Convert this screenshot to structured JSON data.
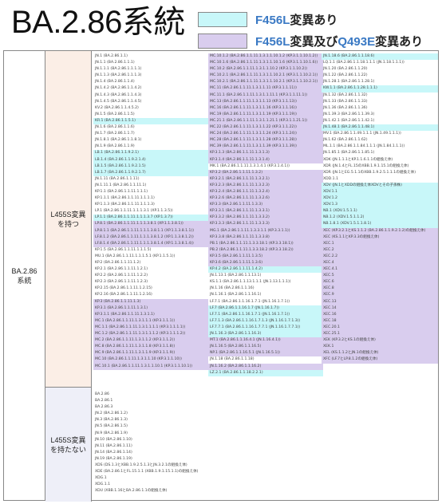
{
  "title": "BA.2.86系統",
  "legend": [
    {
      "label_hl": "F456L",
      "label_rest": "変異あり",
      "color": "#c8f7f9"
    },
    {
      "label_hl": "F456L",
      "label_mid": "変異及び",
      "label_hl2": "Q493E",
      "label_rest": "変異あり",
      "color": "#d9cdee"
    }
  ],
  "colors": {
    "cyan": "#c8f7f9",
    "purple": "#d9cdee",
    "accent": "#3a79c4",
    "group_bg": "#fbeee6"
  },
  "root_label": "BA.2.86\n系統",
  "groups": [
    {
      "label": "L455S変異\nを持つ"
    },
    {
      "label": "L455S変異\nを持たない"
    }
  ],
  "col1": [
    {
      "t": "JN.1 (BA.2.86.1.1)",
      "h": ""
    },
    {
      "t": "JN.1.1 (BA.2.86.1.1.1)",
      "h": ""
    },
    {
      "t": "JN.1.1.1 (BA.2.86.1.1.1.1)",
      "h": ""
    },
    {
      "t": "JN.1.1.3 (BA.2.86.1.1.1.3)",
      "h": ""
    },
    {
      "t": "JN.1.4 (BA.2.86.1.1.4)",
      "h": ""
    },
    {
      "t": "JN.1.4.2 (BA.2.86.1.1.4.2)",
      "h": ""
    },
    {
      "t": "JN.1.4.3 (BA.2.86.1.1.4.3)",
      "h": ""
    },
    {
      "t": "JN.1.4.5 (BA.2.86.1.1.4.5)",
      "h": ""
    },
    {
      "t": "KV.2 (BA.2.86.1.1.4.5.2)",
      "h": ""
    },
    {
      "t": "JN.1.5 (BA.2.86.1.1.5)",
      "h": ""
    },
    {
      "t": "KR.1 (BA.2.86.1.1.5.1)",
      "h": "c"
    },
    {
      "t": "JN.1.6 (BA.2.86.1.1.6)",
      "h": ""
    },
    {
      "t": "JN.1.7 (BA.2.86.1.1.7)",
      "h": ""
    },
    {
      "t": "JN.1.8.1 (BA.2.86.1.1.8.1)",
      "h": ""
    },
    {
      "t": "JN.1.9 (BA.2.86.1.1.9)",
      "h": ""
    },
    {
      "t": "LB.1 (BA.2.86.1.1.9.2.1)",
      "h": "c"
    },
    {
      "t": "LB.1.4 (BA.2.86.1.1.9.2.1.4)",
      "h": "c"
    },
    {
      "t": "LB.1.5 (BA.2.86.1.1.9.2.1.5)",
      "h": "c"
    },
    {
      "t": "LB.1.7 (BA.2.86.1.1.9.2.1.7)",
      "h": "c"
    },
    {
      "t": "JN.1.11 (BA.2.86.1.1.11)",
      "h": ""
    },
    {
      "t": "JN.1.11.1 (BA.2.86.1.1.11.1)",
      "h": ""
    },
    {
      "t": "KP.1.1 (BA.2.86.1.1.11.1.1.1)",
      "h": ""
    },
    {
      "t": "KP.1.1.1 (BA.2.86.1.1.11.1.1.1.1)",
      "h": ""
    },
    {
      "t": "KP.1.1.3 (BA.2.86.1.1.11.1.1.1.3)",
      "h": ""
    },
    {
      "t": "LP.1 (BA.2.86.1.1.11.1.1.1.3.1 (XP.1.1.3.5))",
      "h": ""
    },
    {
      "t": "LP.1.1 (BA.2.86.1.1.11.1.1.1.3.7 (XP.1.3.7))",
      "h": "c"
    },
    {
      "t": "LP.8.1 (BA.2.86.1.1.11.1.1.1.3.8.1 (XP.1.1.3.8.1))",
      "h": "p"
    },
    {
      "t": "LP.8.1.1 (BA.2.86.1.1.11.1.1.1.3.8.1.1 (XP.1.1.3.8.1.1))",
      "h": "p"
    },
    {
      "t": "LF.8.1.2 (BA.2.86.1.1.11.1.1.1.3.8.1.2 (XP.1.1.3.8.1.2))",
      "h": "p"
    },
    {
      "t": "LF.8.1.4 (BA.2.86.1.1.11.1.1.1.3.8.1.4 (XP.1.1.3.8.1.4))",
      "h": "p"
    },
    {
      "t": "KP.1.5 (BA.2.86.1.1.11.1.1.1.5)",
      "h": ""
    },
    {
      "t": "MU.1 (BA.2.86.1.1.11.1.1.1.5.1 (KP.1.1.5.1))",
      "h": ""
    },
    {
      "t": "KP.2 (BA.2.86.1.1.11.1.2)",
      "h": ""
    },
    {
      "t": "KP.2.1 (BA.2.86.1.1.11.1.2.1)",
      "h": ""
    },
    {
      "t": "KP.2.2 (BA.2.86.1.1.11.1.2.2)",
      "h": ""
    },
    {
      "t": "KP.2.3 (BA.2.86.1.1.11.1.2.3)",
      "h": ""
    },
    {
      "t": "KP.2.15 (BA.2.86.1.1.11.1.2.15)",
      "h": ""
    },
    {
      "t": "KP.2.16 (BA.2.86.1.1.11.1.2.16)",
      "h": ""
    },
    {
      "t": "KP.3 (BA.2.86.1.1.11.1.3)",
      "h": "p"
    },
    {
      "t": "KP.3.1 (BA.2.86.1.1.11.1.3.1)",
      "h": "p"
    },
    {
      "t": "KP.3.1.1 (BA.2.86.1.1.11.1.3.1.1)",
      "h": "p"
    },
    {
      "t": "MC.1 (BA.2.86.1.1.11.1.3.1.1.1 (KP.3.1.1.1))",
      "h": "p"
    },
    {
      "t": "MC.1.1 (BA.2.86.1.1.11.1.3.1.1.1.1 (KP.3.1.1.1.1))",
      "h": "p"
    },
    {
      "t": "MC.1.2 (BA.2.86.1.1.11.1.3.1.1.1.2 (KP.3.1.1.1.2))",
      "h": "p"
    },
    {
      "t": "MC.2 (BA.2.86.1.1.11.1.3.1.1.2 (KP.3.1.1.2))",
      "h": "p"
    },
    {
      "t": "MC.8 (BA.2.86.1.1.11.1.3.1.1.8 (KP.3.1.1.8))",
      "h": "p"
    },
    {
      "t": "MC.9 (BA.2.86.1.1.11.1.3.1.1.9 (KP.3.1.1.9))",
      "h": "p"
    },
    {
      "t": "MC.10 (BA.2.86.1.1.11.1.3.1.1.10 (KP.3.1.1.10))",
      "h": "p"
    },
    {
      "t": "MC.10.1 (BA.2.86.1.1.11.1.3.1.1.10.1 (KP.3.1.1.10.1))",
      "h": "p"
    }
  ],
  "col2": [
    {
      "t": "MC.10.1.2 (BA.2.86.1.1.11.1.3.1.1.10.1.2 (KP.3.1.1.10.1.2))",
      "h": "p"
    },
    {
      "t": "MC.10.1.6 (BA.2.86.1.1.11.1.3.1.1.10.1.6 (KP.3.1.1.10.1.6))",
      "h": "p"
    },
    {
      "t": "MC.10.2 (BA.2.86.1.1.11.1.3.1.1.10.2 (KP.3.1.1.10.2))",
      "h": "p"
    },
    {
      "t": "MC.10.2.1 (BA.2.86.1.1.11.1.3.1.1.10.2.1 (KP.3.1.1.10.2.1))",
      "h": "p"
    },
    {
      "t": "MC.10.2.1 (BA.2.86.1.1.11.1.3.1.1.10.2.1 (KP.3.1.1.10.2.1))",
      "h": "p"
    },
    {
      "t": "MC.11 (BA.2.86.1.1.11.1.3.1.1.11 (KP.3.1.1.11))",
      "h": "p"
    },
    {
      "t": "MC.11.1 (BA.2.86.1.1.11.1.3.1.1.11.1 (KP.3.1.1.11.1))",
      "h": "p"
    },
    {
      "t": "MC.13 (BA.2.86.1.1.11.1.3.1.1.13 (KP.3.1.1.13))",
      "h": "p"
    },
    {
      "t": "MC.16 (BA.2.86.1.1.11.1.3.1.1.16 (KP.3.1.1.16))",
      "h": "p"
    },
    {
      "t": "MC.19 (BA.2.86.1.1.11.1.3.1.1.19 (KP.3.1.1.19))",
      "h": "p"
    },
    {
      "t": "MC.21.1 (BA.2.86.1.1.11.1.3.1.1.21.1 (KP.3.1.1.21.1))",
      "h": "p"
    },
    {
      "t": "MC.22 (BA.2.86.1.1.11.1.3.1.1.22 (KP.3.1.1.22))",
      "h": "p"
    },
    {
      "t": "MC.24 (BA.2.86.1.1.11.1.3.1.1.24 (KP.3.1.1.24))",
      "h": "p"
    },
    {
      "t": "MC.28 (BA.2.86.1.1.11.1.3.1.1.28 (KP.3.1.1.28))",
      "h": "p"
    },
    {
      "t": "MC.39 (BA.2.86.1.1.11.1.3.1.1.39 (KP.3.1.1.39))",
      "h": "p"
    },
    {
      "t": "KP.3.1.3 (BA.2.86.1.1.11.1.3.1.3)",
      "h": "p"
    },
    {
      "t": "KP.3.1.4 (BA.2.86.1.1.11.1.3.1.4)",
      "h": "p"
    },
    {
      "t": "MK.1 (BA.2.86.1.1.11.1.3.1.4.1 (KP.3.1.4.1))",
      "h": ""
    },
    {
      "t": "KP.3.2 (BA.2.86.1.1.11.1.3.2)",
      "h": "p"
    },
    {
      "t": "KP.3.2.1 (BA.2.86.1.1.11.1.3.2.1)",
      "h": "p"
    },
    {
      "t": "KP.3.2.3 (BA.2.86.1.1.11.1.3.2.3)",
      "h": "p"
    },
    {
      "t": "KP.3.2.4 (BA.2.86.1.1.11.1.3.2.4)",
      "h": "p"
    },
    {
      "t": "KP.3.2.6 (BA.2.86.1.1.11.1.3.2.6)",
      "h": "p"
    },
    {
      "t": "KP.3.3 (BA.2.86.1.1.11.1.3.3)",
      "h": "p"
    },
    {
      "t": "KP.3.3.1 (BA.2.86.1.1.11.1.3.3.1)",
      "h": "p"
    },
    {
      "t": "KP.3.3.2 (BA.2.86.1.1.11.1.3.3.2)",
      "h": "p"
    },
    {
      "t": "KP.3.3.3 (BA.2.86.1.1.11.1.3.3.3)",
      "h": "p"
    },
    {
      "t": "MG.1 (BA.2.86.1.1.11.1.3.3.1.1 (KP.3.3.1.1))",
      "h": "p"
    },
    {
      "t": "KP.3.3.8 (BA.2.86.1.1.11.1.3.3.8)",
      "h": "p"
    },
    {
      "t": "PB.1 (BA.2.86.1.1.11.1.3.3.18.1 (KP.3.3.18.1))",
      "h": "p"
    },
    {
      "t": "PB.2 (BA.2.86.1.1.11.1.3.3.18.2 (KP.3.3.18.2))",
      "h": "p"
    },
    {
      "t": "KP.3.5 (BA.2.86.1.1.11.1.3.5)",
      "h": "p"
    },
    {
      "t": "KP.3.6 (BA.2.86.1.1.11.1.3.6)",
      "h": "p"
    },
    {
      "t": "KP.4.2 (BA.2.86.1.1.11.1.4.2)",
      "h": "c"
    },
    {
      "t": "JN.1.13.1 (BA.2.86.1.1.13.1)",
      "h": ""
    },
    {
      "t": "KS.1.1 (BA.2.86.1.1.13.1.1.1 (JN.1.13.1.1.1))",
      "h": ""
    },
    {
      "t": "JN.1.16 (BA.2.86.1.1.16)",
      "h": ""
    },
    {
      "t": "JN.1.16.1 (BA.2.86.1.1.16.1)",
      "h": ""
    },
    {
      "t": "LF.7.1 (BA.2.86.1.1.16.1.7.1 (JN.1.16.1.7.1))",
      "h": ""
    },
    {
      "t": "LF.7 (BA.2.86.1.1.16.1.7 (JN.1.16.1.7))",
      "h": "c"
    },
    {
      "t": "LF.7.1 (BA.2.86.1.1.16.1.7.1 (JN.1.16.1.7.1))",
      "h": "c"
    },
    {
      "t": "LF.7.1.3 (BA.2.86.1.1.16.1.7.1.3 (JN.1.16.1.7.1.3))",
      "h": "c"
    },
    {
      "t": "LF.7.7.1 (BA.2.86.1.1.16.1.7.7.1 (JN.1.16.1.7.7.1))",
      "h": "c"
    },
    {
      "t": "JN.1.16.3 (BA.2.86.1.1.16.3)",
      "h": "c"
    },
    {
      "t": "MT.1 (BA.2.86.1.1.16.4.1 (JN.1.16.4.1))",
      "h": "p"
    },
    {
      "t": "JN.1.16.5 (BA.2.86.1.1.16.5)",
      "h": "p"
    },
    {
      "t": "NP.1 (BA.2.86.1.1.16.5.1 (JN.1.16.5.1))",
      "h": "p"
    },
    {
      "t": "JN.1.18 (BA.2.86.1.1.18)",
      "h": ""
    },
    {
      "t": "JN.1.16.2 (BA.2.86.1.1.16.2)",
      "h": "p"
    },
    {
      "t": "LZ.2.1 (BA.2.86.1.1.18.2.2.1)",
      "h": "c"
    }
  ],
  "col3": [
    {
      "t": "JN.1.18.6 (BA.2.86.1.1.18.6)",
      "h": "c"
    },
    {
      "t": "LQ.1.1 (BA.2.86.1.1.18.1.1.1 (JN.1.18.1.1.1))",
      "h": ""
    },
    {
      "t": "JN.1.20 (BA.2.86.1.1.20)",
      "h": ""
    },
    {
      "t": "JN.1.22 (BA.2.86.1.1.22)",
      "h": ""
    },
    {
      "t": "JN.1.28.1 (BA.2.86.1.1.28.1)",
      "h": ""
    },
    {
      "t": "KW.1.1 (BA.2.86.1.1.28.1.1.1)",
      "h": "c"
    },
    {
      "t": "JN.1.32 (BA.2.86.1.1.32)",
      "h": ""
    },
    {
      "t": "JN.1.33 (BA.2.86.1.1.33)",
      "h": ""
    },
    {
      "t": "JN.1.36 (BA.2.86.1.1.36)",
      "h": ""
    },
    {
      "t": "JN.1.39.3 (BA.2.86.1.1.39.3)",
      "h": ""
    },
    {
      "t": "JN.1.42.1 (BA.2.86.1.1.42.1)",
      "h": ""
    },
    {
      "t": "JN.1.48.1 (BA.2.86.1.1.48.1)",
      "h": "c"
    },
    {
      "t": "MV.1 (BA.2.86.1.1.49.1.1.1 (JN.1.49.1.1.1))",
      "h": ""
    },
    {
      "t": "JN.1.62 (BA.2.86.1.1.62)",
      "h": ""
    },
    {
      "t": "ML.1.1 (BA.2.86.1.1.84.1.1.1 (JN.1.84.1.1.1))",
      "h": ""
    },
    {
      "t": "JN.1.85.1 (BA.2.86.1.1.85.1)",
      "h": ""
    },
    {
      "t": "XDK (JN.1.1.1とKP.1.1.6.1.1の組換え体)",
      "h": ""
    },
    {
      "t": "XDR (JN.1.4とFL.15のXBB.1.9.1.15.1の組換え体)",
      "h": ""
    },
    {
      "t": "XDR (JN.1とEG.5.1.1のXBB.1.9.2.5.1.1.1の組換え体)",
      "h": ""
    },
    {
      "t": "XDD.1.1",
      "h": ""
    },
    {
      "t": "XDV (JN.1とXDDの組換え体XDVとその子孫株)",
      "h": "c"
    },
    {
      "t": "XDV.1.1",
      "h": "c"
    },
    {
      "t": "XDV.1.2",
      "h": "c"
    },
    {
      "t": "XDV.1.3",
      "h": "c"
    },
    {
      "t": "NB.1 (XDV.1.5.1.1)",
      "h": "c"
    },
    {
      "t": "NB.1.2 (XDV.1.5.1.1.2)",
      "h": "c"
    },
    {
      "t": "NB.1.8.1 (XDV.1.5.1.1.8.1)",
      "h": "c"
    },
    {
      "t": "XEC (KP.3.2.1とKS.1.1.2 (BA.2.86.1.1.9.2.1.2)の組換え体)",
      "h": "p"
    },
    {
      "t": "XEC (KS.1.1とKP.3.3の組換え体)",
      "h": "p"
    },
    {
      "t": "XEC.1",
      "h": "p"
    },
    {
      "t": "XEC.2",
      "h": "p"
    },
    {
      "t": "XEC.2.2",
      "h": "p"
    },
    {
      "t": "XEC.4",
      "h": "p"
    },
    {
      "t": "XEC.4.1",
      "h": "p"
    },
    {
      "t": "XEC.5",
      "h": "p"
    },
    {
      "t": "XEC.6",
      "h": "p"
    },
    {
      "t": "XEC.8",
      "h": "p"
    },
    {
      "t": "XEC.9",
      "h": "p"
    },
    {
      "t": "XEC.13",
      "h": "p"
    },
    {
      "t": "XEC.14",
      "h": "p"
    },
    {
      "t": "XEC.16",
      "h": "p"
    },
    {
      "t": "XEC.18",
      "h": "p"
    },
    {
      "t": "XEC.20.1",
      "h": "p"
    },
    {
      "t": "XEC.25.1",
      "h": "p"
    },
    {
      "t": "XEK (KP.3.2とKS.1の組換え体)",
      "h": "p"
    },
    {
      "t": "XEK.1",
      "h": "p"
    },
    {
      "t": "XEL (KS.1.1.2とJN.1の組換え体)",
      "h": "p"
    },
    {
      "t": "XFC (LF.7とLP.8.1.2の組換え体)",
      "h": "p"
    }
  ],
  "col4": [
    {
      "t": "BA.2.86",
      "h": ""
    },
    {
      "t": "BA.2.86.1",
      "h": ""
    },
    {
      "t": "BA.2.86.3",
      "h": ""
    },
    {
      "t": "JN.2 (BA.2.86.1.2)",
      "h": ""
    },
    {
      "t": "JN.3 (BA.2.86.1.3)",
      "h": ""
    },
    {
      "t": "JN.5 (BA.2.86.1.5)",
      "h": ""
    },
    {
      "t": "JN.9 (BA.2.86.1.9)",
      "h": ""
    },
    {
      "t": "JN.10 (BA.2.86.1.10)",
      "h": ""
    },
    {
      "t": "JN.11 (BA.2.86.1.11)",
      "h": ""
    },
    {
      "t": "JN.14 (BA.2.86.1.14)",
      "h": ""
    },
    {
      "t": "JN.19 (BA.2.86.1.19)",
      "h": ""
    },
    {
      "t": "XDS (DS.1.3とXBB.1.9.2.5.1.3とJN.3.2.1の組換え体)",
      "h": ""
    },
    {
      "t": "XDE (BA.2.86.1とFL.15.1.1 (XBB.1.9.1.15.1.1)の組換え体)",
      "h": ""
    },
    {
      "t": "XDG.1",
      "h": ""
    },
    {
      "t": "XDG.1.1",
      "h": ""
    },
    {
      "t": "XDU (XBB.1.16とBA.2.86.1.1の組換え体)",
      "h": ""
    }
  ]
}
